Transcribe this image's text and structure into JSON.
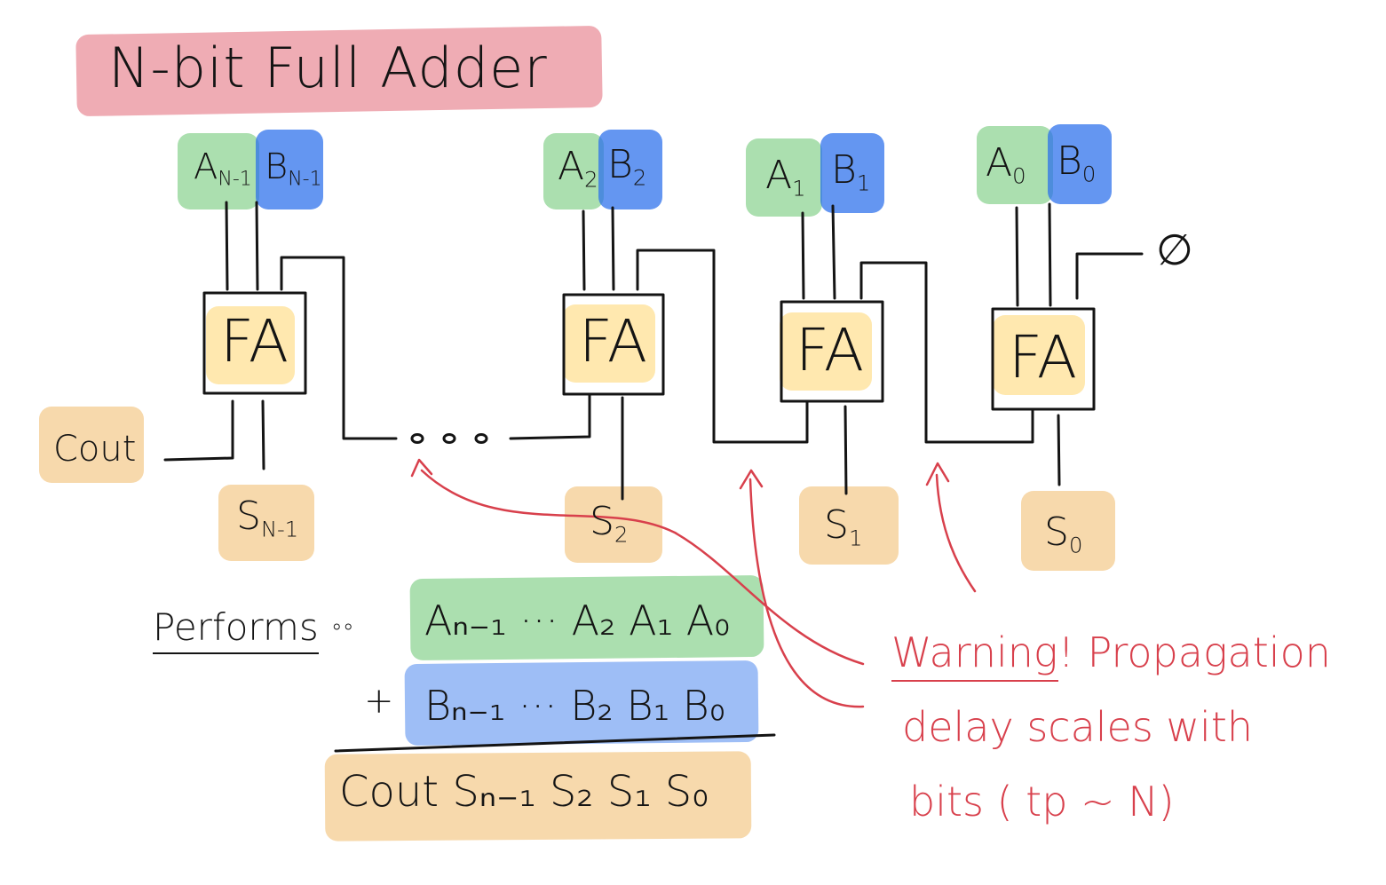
{
  "title": "N-bit  Full Adder",
  "adders": [
    {
      "a_base": "A",
      "a_sub": "N-1",
      "b_base": "B",
      "b_sub": "N-1",
      "fa": "FA",
      "s_base": "S",
      "s_sub": "N-1"
    },
    {
      "a_base": "A",
      "a_sub": "2",
      "b_base": "B",
      "b_sub": "2",
      "fa": "FA",
      "s_base": "S",
      "s_sub": "2"
    },
    {
      "a_base": "A",
      "a_sub": "1",
      "b_base": "B",
      "b_sub": "1",
      "fa": "FA",
      "s_base": "S",
      "s_sub": "1"
    },
    {
      "a_base": "A",
      "a_sub": "0",
      "b_base": "B",
      "b_sub": "0",
      "fa": "FA",
      "s_base": "S",
      "s_sub": "0"
    }
  ],
  "cout_label": "Cout",
  "carry_in_label": "∅",
  "ellipsis": "o o o",
  "performs": {
    "label": "Performs",
    "colon": "°°",
    "row_a": "Aₙ₋₁ ··· A₂ A₁ A₀",
    "plus": "+",
    "row_b": "Bₙ₋₁ ··· B₂ B₁ B₀",
    "row_s": "Cout Sₙ₋₁   S₂ S₁ S₀"
  },
  "warning": {
    "word": "Warning",
    "line1_rest": "! Propagation",
    "line2": "delay scales with",
    "line3": "bits  ( tp ~ N)"
  },
  "colors": {
    "title_highlight": "#e05a69",
    "a_highlight": "#66c46e",
    "b_highlight": "#286eeb",
    "sum_highlight": "#f0b45a",
    "fa_highlight": "#ffd66e",
    "warning_ink": "#d8404c",
    "ink": "#141414"
  }
}
